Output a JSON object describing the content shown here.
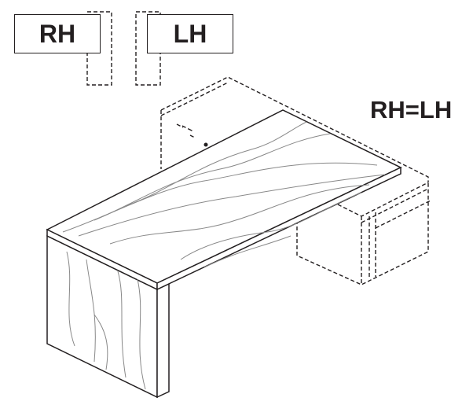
{
  "labels": {
    "rh": "RH",
    "lh": "LH",
    "equivalence": "RH=LH"
  },
  "colors": {
    "line": "#231f20",
    "grain": "#888888"
  }
}
